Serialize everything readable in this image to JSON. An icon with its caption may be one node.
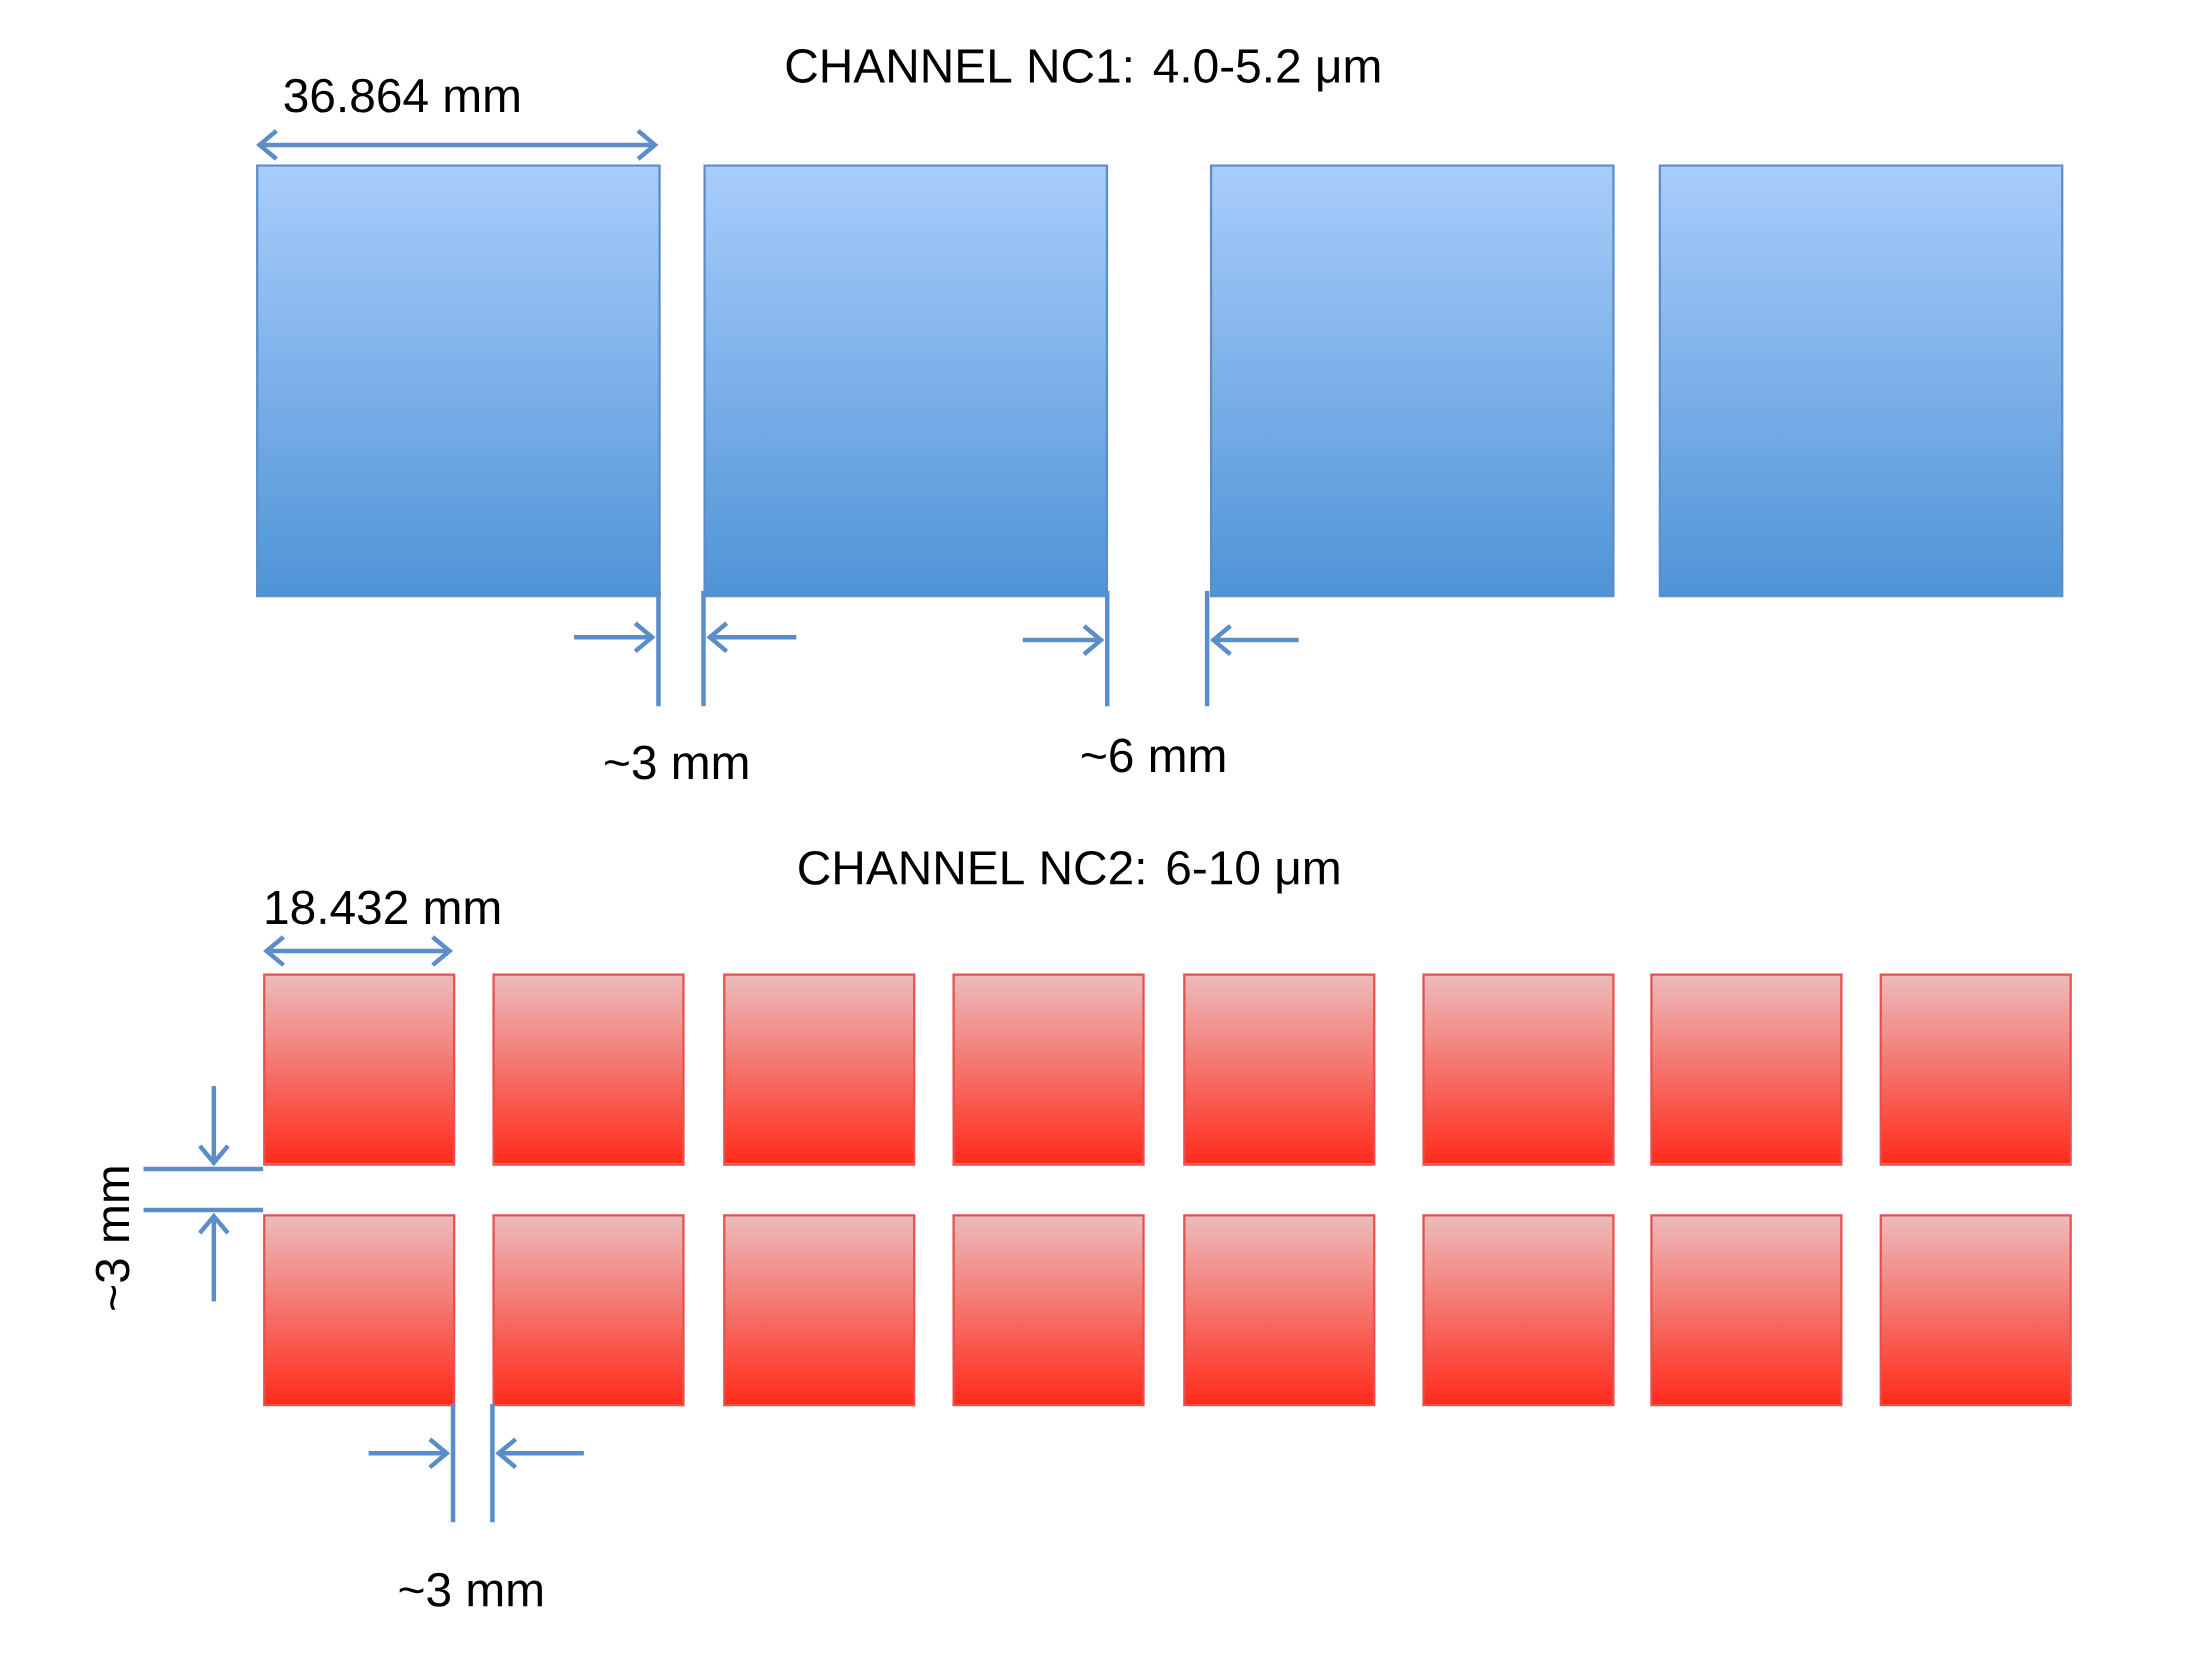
{
  "diagram": {
    "nodes": [
      {
        "text": [],
        "shape": "box"
      },
      {
        "text": [],
        "shape": "box"
      },
      {
        "text": [],
        "shape": "box"
      },
      {
        "text": [],
        "shape": "box"
      },
      {
        "text": [],
        "shape": "box"
      },
      {
        "text": [],
        "shape": "box"
      },
      {
        "text": [],
        "shape": "box"
      },
      {
        "text": [],
        "shape": "box"
      },
      {
        "text": [],
        "shape": "box"
      },
      {
        "text": [],
        "shape": "box"
      },
      {
        "text": [],
        "shape": "box"
      },
      {
        "text": [],
        "shape": "box"
      },
      {
        "text": [],
        "shape": "box"
      },
      {
        "text": [],
        "shape": "box"
      },
      {
        "text": [],
        "shape": "box"
      },
      {
        "text": [],
        "shape": "box"
      },
      {
        "text": [],
        "shape": "box"
      },
      {
        "text": [],
        "shape": "box"
      },
      {
        "text": [],
        "shape": "box"
      },
      {
        "text": [],
        "shape": "box"
      }
    ],
    "labels": [
      "CHANNEL NC1: 4.0-5.2 μm",
      "36.864 mm",
      "~3 mm",
      "~6 mm",
      "CHANNEL NC2: 6-10 μm",
      "18.432 mm",
      "~3 mm",
      "~3 mm"
    ]
  }
}
